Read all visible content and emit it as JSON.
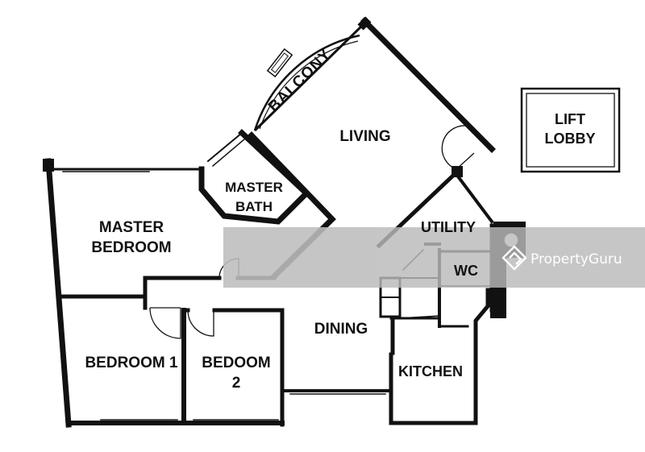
{
  "rooms": {
    "balcony": "BALCONY",
    "living": "LIVING",
    "master_bath_line1": "MASTER",
    "master_bath_line2": "BATH",
    "master_bedroom_line1": "MASTER",
    "master_bedroom_line2": "BEDROOM",
    "utility": "UTILITY",
    "wc": "WC",
    "dining": "DINING",
    "kitchen": "KITCHEN",
    "bedroom1": "BEDROOM 1",
    "bedroom2_line1": "BEDOOM",
    "bedroom2_line2": "2"
  },
  "lift_lobby": {
    "line1": "LIFT",
    "line2": "LOBBY"
  },
  "watermark": {
    "text": "PropertyGuru",
    "icon": "propertyguru-logo-icon"
  },
  "colors": {
    "wall": "#111111",
    "watermark_band": "#b9b9b9",
    "background": "#ffffff"
  }
}
